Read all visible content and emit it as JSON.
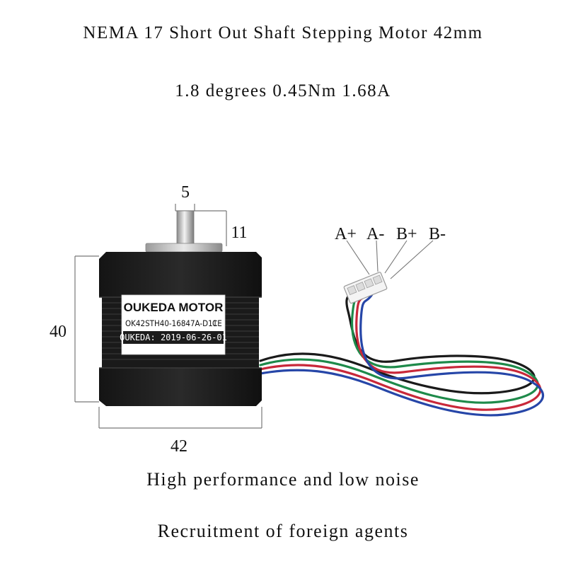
{
  "header": {
    "title": "NEMA 17 Short Out Shaft Stepping Motor 42mm",
    "specs": "1.8 degrees 0.45Nm 1.68A"
  },
  "dimensions": {
    "shaft_diameter": "5",
    "shaft_length": "11",
    "body_height": "40",
    "body_width": "42"
  },
  "pins": {
    "a_plus": "A+",
    "a_minus": "A-",
    "b_plus": "B+",
    "b_minus": "B-"
  },
  "motor_label": {
    "brand": "OUKEDA MOTOR",
    "model": "OK42STH40-16847A-D11",
    "ce_mark": "CE",
    "date": "OUKEDA: 2019-06-26-01"
  },
  "wire_colors": {
    "black": "#1a1a1a",
    "green": "#1e8a4a",
    "red": "#c8283a",
    "blue": "#2646a8"
  },
  "footer": {
    "tagline": "High performance and low noise",
    "note": "Recruitment of foreign agents"
  }
}
